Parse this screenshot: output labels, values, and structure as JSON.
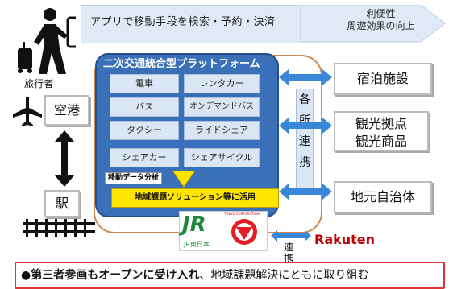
{
  "top_banner": {
    "text": "アプリで移動手段を検索・予約・決済"
  },
  "benefit": {
    "line1": "利便性",
    "line2": "周遊効果の向上"
  },
  "traveler": {
    "label": "旅行者"
  },
  "left_nodes": {
    "airport": "空港",
    "station": "駅"
  },
  "platform": {
    "title": "二次交通統合型プラットフォーム",
    "modes": [
      "電車",
      "レンタカー",
      "バス",
      "オンデマンドバス",
      "タクシー",
      "ライドシェア",
      "シェアカー",
      "シェアサイクル"
    ],
    "data_label": "移動データ分析",
    "solution": "地域課題ソリューション等に活用"
  },
  "collaboration": {
    "chars": [
      "各",
      "所",
      "連",
      "携"
    ]
  },
  "right_nodes": {
    "lodging": "宿泊施設",
    "tourism_line1": "観光拠点",
    "tourism_line2": "観光商品",
    "government": "地元自治体"
  },
  "partners": {
    "jr_logo": "JR",
    "jr_name": "JR東日本",
    "jr_corp": "TOKYU CORPORATION",
    "link_label_1": "連",
    "link_label_2": "携",
    "rakuten": "Rakuten"
  },
  "bottom": {
    "bullet": "●",
    "emphasis": "第三者参画もオープンに受け入れ",
    "rest": "、地域課題解決にともに取り組む"
  },
  "colors": {
    "platform_blue": "#3a70b8",
    "solution_yellow": "#ffe400",
    "frame_orange": "#c98a55",
    "alert_red": "#dd3333",
    "rakuten_red": "#bf0000"
  }
}
